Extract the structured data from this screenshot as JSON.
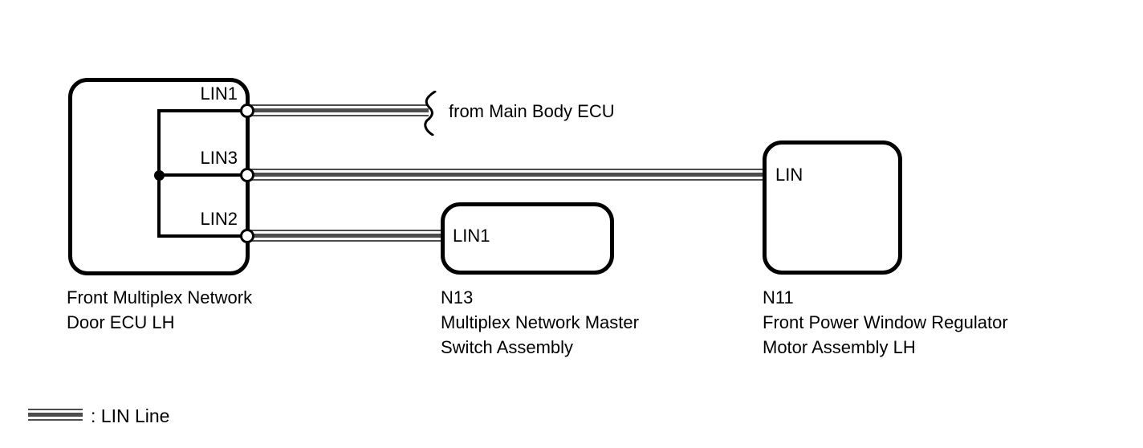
{
  "colors": {
    "background": "#ffffff",
    "stroke": "#000000",
    "wire": "#4d4d4d"
  },
  "nodes": {
    "door_ecu": {
      "pins": {
        "lin1": "LIN1",
        "lin3": "LIN3",
        "lin2": "LIN2"
      },
      "caption": [
        "Front Multiplex Network",
        "Door ECU LH"
      ]
    },
    "master_switch": {
      "pins": {
        "lin1": "LIN1"
      },
      "caption": [
        "N13",
        "Multiplex Network Master",
        "Switch Assembly"
      ]
    },
    "window_motor": {
      "pins": {
        "lin": "LIN"
      },
      "caption": [
        "N11",
        "Front Power Window Regulator",
        "Motor Assembly LH"
      ]
    }
  },
  "annotations": {
    "external_source": "from Main Body ECU"
  },
  "legend": {
    "symbol": "lin-line-symbol",
    "label": ": LIN Line"
  },
  "connections": [
    {
      "from": "Front Multiplex Network Door ECU LH (LIN1)",
      "to": "Main Body ECU",
      "type": "LIN Line"
    },
    {
      "from": "Front Multiplex Network Door ECU LH (LIN3)",
      "to": "N11 Front Power Window Regulator Motor Assembly LH (LIN)",
      "type": "LIN Line"
    },
    {
      "from": "Front Multiplex Network Door ECU LH (LIN2)",
      "to": "N13 Multiplex Network Master Switch Assembly (LIN1)",
      "type": "LIN Line"
    }
  ]
}
